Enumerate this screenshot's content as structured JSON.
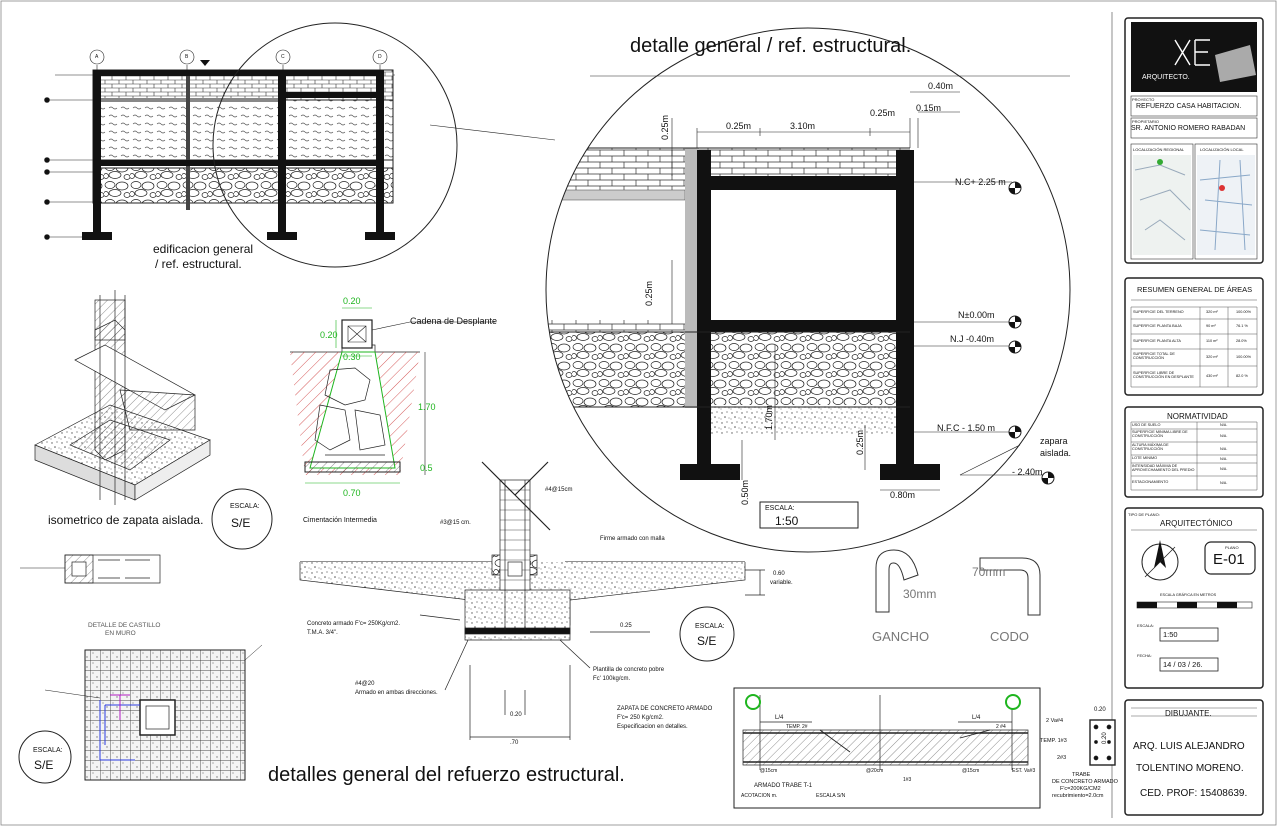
{
  "drawing": {
    "main_title": "detalle  general / ref. estructural.",
    "bottom_title": "detalles  general del refuerzo estructural.",
    "elevation_caption_line1": "edificacion general",
    "elevation_caption_line2": "/ ref. estructural.",
    "isometric_caption": "isometrico de zapata aislada.",
    "intermediate_caption": "Cimentación Intermedia",
    "castle_caption_line1": "DETALLE DE CASTILLO",
    "castle_caption_line2": "EN MURO",
    "grid_axes": [
      "A",
      "B",
      "C",
      "D"
    ],
    "scale_label": "ESCALA:",
    "scale_value": "S/E",
    "scale_detail_value": "1:50",
    "elevation_levels": [
      "N.C+ 2.25 m",
      "N±0.00m",
      "N.J -0.40m",
      "N.F.C - 1.50 m",
      "- 2.40m"
    ],
    "dims_top": [
      "0.40m",
      "0.15m",
      "0.25m",
      "3.10m",
      "0.25m"
    ],
    "dims_side": [
      "0.25m",
      "0.25m",
      "1.70m",
      "0.50m",
      "0.25m",
      "0.80m"
    ],
    "zapata_label_line1": "zapara",
    "zapata_label_line2": "aislada.",
    "cadena_label": "Cadena de Desplante",
    "cadena_dims": [
      "0.20",
      "0.20",
      "0.30",
      "1.70",
      "0.5",
      "0.70"
    ],
    "footing_notes": {
      "rebar_top": "#4@15cm",
      "rebar_stirrup": "#3@15 cm.",
      "firme": "Firme armado con malla",
      "depth": "0.60",
      "depth_note": "variable.",
      "concrete_line1": "Concreto armado F'c= 250Kg/cm2.",
      "concrete_line2": "T.M.A. 3/4\".",
      "dim_025": "0.25",
      "plantilla_line1": "Plantilla de concreto pobre",
      "plantilla_line2": "Fc' 100kg/cm.",
      "armado_line1": "#4@20",
      "armado_line2": "Armado en ambas direcciones.",
      "dim_020": "0.20",
      "dim_070": ".70",
      "spec_line1": "ZAPATA DE CONCRETO ARMADO",
      "spec_line2": "F'c= 250 Kg/cm2.",
      "spec_line3": "Especificacion en detalles."
    },
    "hooks": {
      "hook_label": "GANCHO",
      "hook_dim": "30mm",
      "elbow_label": "CODO",
      "elbow_dim": "70mm"
    },
    "beam": {
      "l4_left": "L/4",
      "l4_right": "L/4",
      "temp_left": "TEMP. 2#",
      "bar_right": "2 #4",
      "spacing_left": "@15cm",
      "spacing_mid": "@20cm",
      "spacing_right": "@15cm",
      "est_label": "EST. Va#3",
      "bar_1": "1#3",
      "title": "ARMADO  TRABE  T-1",
      "acotacion": "ACOTACION  m.",
      "escala": "ESCALA  S/N",
      "section_dim_top": "0.20",
      "section_dim_side": "0.20",
      "section_bar1": "2  Va#4",
      "section_temp": "TEMP.   1#3",
      "section_bar2": "2#3",
      "section_caption_line1": "TRABE",
      "section_caption_line2": "DE  CONCRETO  ARMADO",
      "section_caption_line3": "F'c=200KG/CM2",
      "section_caption_line4": "recubrimiento=2.0cm"
    }
  },
  "title_block": {
    "logo_text": "ARQUITECTO.",
    "proyecto_label": "PROYECTO",
    "proyecto_value": "REFUERZO CASA HABITACION.",
    "propietario_label": "PROPIETARIO",
    "propietario_value": "SR. ANTONIO ROMERO RABADAN",
    "loc_regional": "LOCALIZACIÓN REGIONAL",
    "loc_local": "LOCALIZACIÓN LOCAL",
    "areas_title": "RESUMEN GENERAL DE ÁREAS",
    "areas": [
      {
        "label": "SUPERFICIE DEL TERRENO",
        "value": "320 m²",
        "pct": "100.00%"
      },
      {
        "label": "SUPERFICIE PLANTA BAJA",
        "value": "90 m²",
        "pct": "76.1 %"
      },
      {
        "label": "SUPERFICIE PLANTA ALTA",
        "value": "110 m²",
        "pct": "28.0%"
      },
      {
        "label": "SUPERFICIE TOTAL DE CONSTRUCCIÓN",
        "value": "320 m²",
        "pct": "100.00%"
      },
      {
        "label": "SUPERFICIE LIBRE DE CONSTRUCCIÓN EN DESPLANTE",
        "value": "430 m²",
        "pct": "82.0 %"
      }
    ],
    "norm_title": "NORMATIVIDAD",
    "norm": [
      {
        "label": "USO DE SUELO",
        "value": "N/A."
      },
      {
        "label": "SUPERFICIE MINIMA LIBRE DE CONSTRUCCIÓN",
        "value": "N/A."
      },
      {
        "label": "ALTURA MÁXIMA DE CONSTRUCCIÓN",
        "value": "N/A."
      },
      {
        "label": "LOTE MINIMO",
        "value": "N/A."
      },
      {
        "label": "INTENSIDAD MÁXIMA DE APROVECHAMIENTO DEL PREDIO",
        "value": "N/A."
      },
      {
        "label": "ESTACIONAMIENTO",
        "value": "N/A."
      }
    ],
    "tipo_label": "TIPO DE PLANO:",
    "tipo_value": "ARQUITECTÓNICO",
    "plano_label": "PLANO",
    "plano_value": "E-01",
    "escala_grafica": "ESCALA GRÁFICA EN METROS",
    "escala_label": "ESCALA:",
    "escala_value": "1:50",
    "fecha_label": "FECHA:",
    "fecha_value": "14 / 03 / 26.",
    "dibujante_title": "DIBUJANTE.",
    "dibujante_line1": "ARQ. LUIS ALEJANDRO",
    "dibujante_line2": "TOLENTINO MORENO.",
    "dibujante_line3": "CED. PROF: 15408639."
  }
}
